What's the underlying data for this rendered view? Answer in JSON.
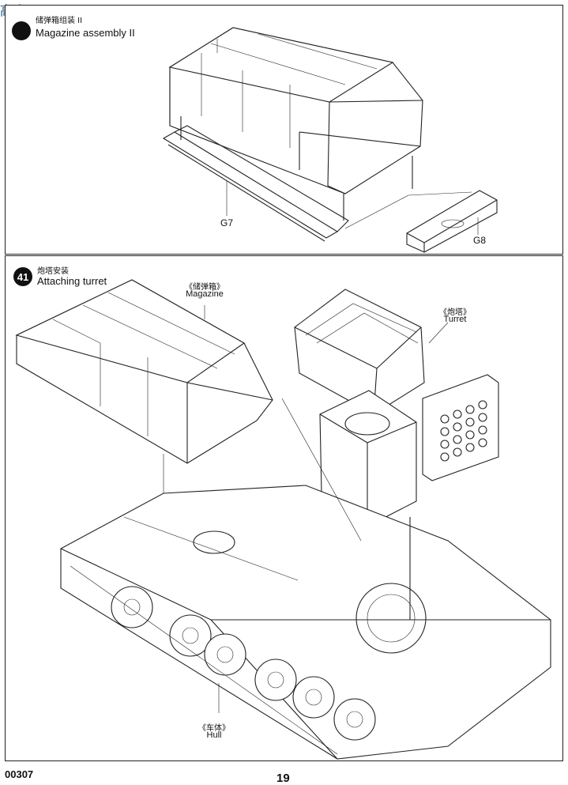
{
  "watermark": "高山 SEARCH",
  "step1": {
    "title_zh": "储弹箱组装 II",
    "title_en": "Magazine assembly II",
    "parts": {
      "g7": "G7",
      "g8": "G8"
    }
  },
  "step2": {
    "number": "41",
    "title_zh": "炮塔安装",
    "title_en": "Attaching turret",
    "labels": {
      "magazine_zh": "《储弹箱》",
      "magazine_en": "Magazine",
      "turret_zh": "《炮塔》",
      "turret_en": "Turret",
      "hull_zh": "《车体》",
      "hull_en": "Hull"
    }
  },
  "footer": {
    "code": "00307",
    "page": "19"
  }
}
